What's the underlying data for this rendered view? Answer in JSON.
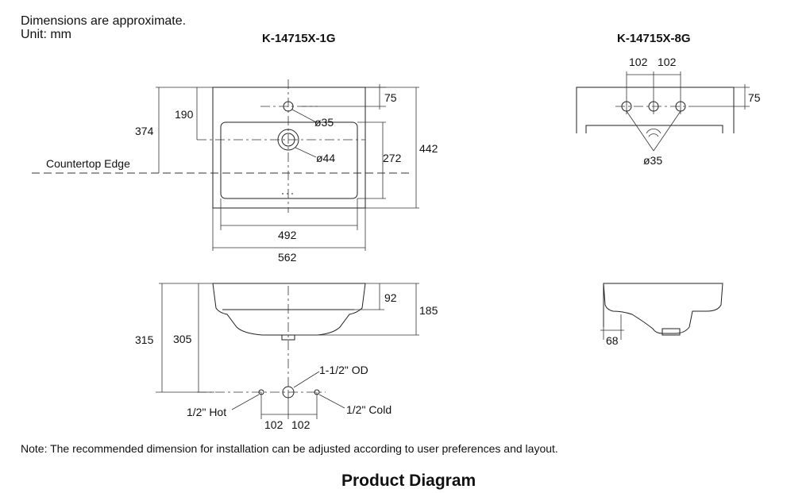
{
  "header": {
    "line1": "Dimensions are approximate.",
    "line2": "Unit: mm"
  },
  "models": {
    "left": "K-14715X-1G",
    "right": "K-14715X-8G"
  },
  "top_view_1g": {
    "d190": "190",
    "d374": "374",
    "d75": "75",
    "d35": "ø35",
    "d44": "ø44",
    "d272": "272",
    "d442": "442",
    "d492": "492",
    "d562": "562",
    "countertop": "Countertop Edge"
  },
  "top_view_8g": {
    "d102a": "102",
    "d102b": "102",
    "d75": "75",
    "d35": "ø35"
  },
  "side_view_1g": {
    "d92": "92",
    "d185": "185",
    "d315": "315",
    "d305": "305",
    "od": "1-1/2\" OD",
    "hot": "1/2\" Hot",
    "cold": "1/2\" Cold",
    "d102a": "102",
    "d102b": "102"
  },
  "side_view_8g": {
    "d68": "68"
  },
  "note": "Note: The recommended dimension for installation can be adjusted according to user preferences and layout.",
  "footer_title": "Product Diagram"
}
